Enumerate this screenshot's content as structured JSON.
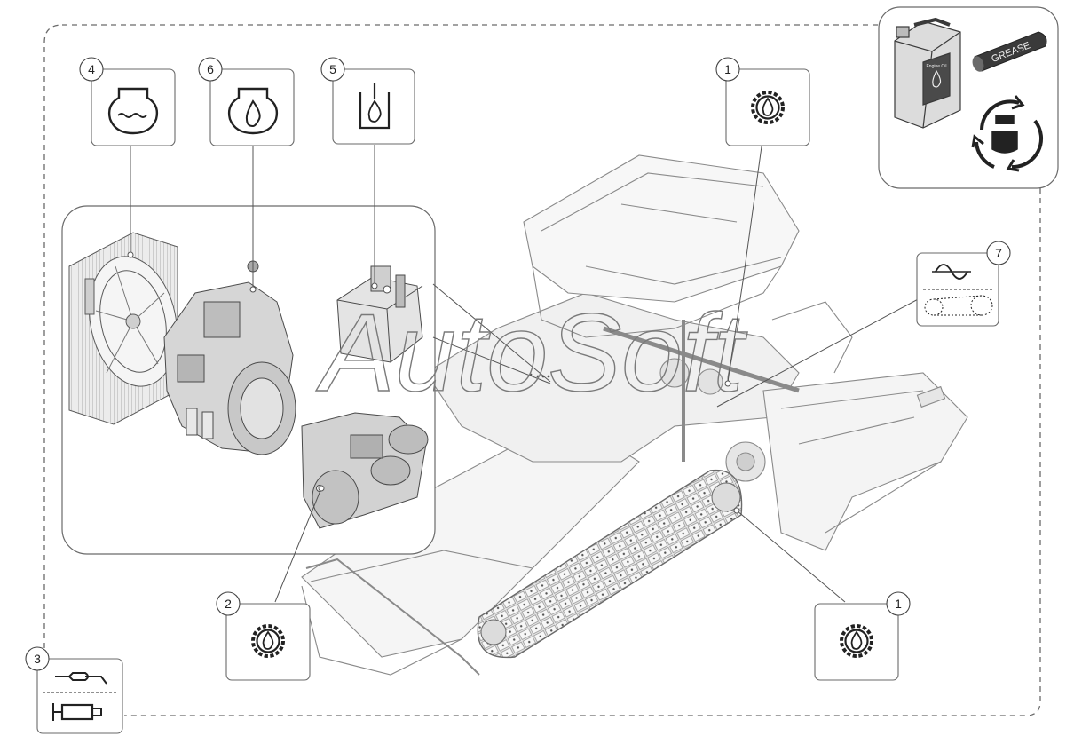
{
  "watermark": "AutoSoft",
  "consumables": {
    "grease_label": "GREASE",
    "oil_can_label": "Engine Oil",
    "icons": [
      "oil-can-icon",
      "grease-cartridge-icon",
      "replace-cycle-icon"
    ]
  },
  "callouts": [
    {
      "id": "callout-4",
      "number": "4",
      "icon": "engine-coolant-icon"
    },
    {
      "id": "callout-6",
      "number": "6",
      "icon": "engine-oil-icon"
    },
    {
      "id": "callout-5",
      "number": "5",
      "icon": "hydraulic-tank-oil-icon"
    },
    {
      "id": "callout-1-top",
      "number": "1",
      "icon": "gear-oil-icon"
    },
    {
      "id": "callout-7",
      "number": "7",
      "icon": "vibration-belt-drive-icon"
    },
    {
      "id": "callout-2",
      "number": "2",
      "icon": "gear-oil-icon"
    },
    {
      "id": "callout-1-bottom",
      "number": "1",
      "icon": "gear-oil-icon"
    },
    {
      "id": "callout-3",
      "number": "3",
      "icon": "grease-gun-icon"
    }
  ],
  "colors": {
    "line": "#555555",
    "box_stroke": "#777777",
    "machine_stroke": "#8a8a8a",
    "machine_fill": "#f2f2f2",
    "component_fill": "#d9d9d9",
    "watermark_stroke": "#7a7a7a"
  }
}
